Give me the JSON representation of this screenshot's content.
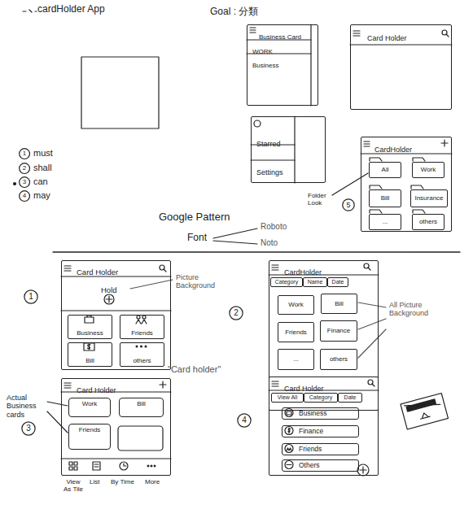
{
  "diagram": {
    "title": "cardHolder App",
    "nodes": [
      {
        "text": [
          "Business Card",
          "WORK",
          "Business"
        ]
      },
      {
        "text": [
          "Card Holder"
        ]
      },
      {
        "text": [
          "Starred",
          "Settings"
        ]
      },
      {
        "text": [
          "CardHolder"
        ]
      },
      {
        "text": [
          "All"
        ],
        "in": 3
      },
      {
        "text": [
          "Work"
        ],
        "in": 3
      },
      {
        "text": [
          "Bill"
        ],
        "in": 3
      },
      {
        "text": [
          "Insurance"
        ],
        "in": 3
      },
      {
        "text": [
          "..."
        ],
        "in": 3
      },
      {
        "text": [
          "others"
        ],
        "in": 3
      },
      {
        "text": [
          "5"
        ]
      },
      {
        "text": [
          "1"
        ]
      },
      {
        "text": [
          "2"
        ]
      },
      {
        "text": [
          "3"
        ]
      },
      {
        "text": [
          "4"
        ]
      },
      {
        "text": [
          "1"
        ]
      },
      {
        "text": [
          "Card Holder",
          "Hold"
        ]
      },
      {
        "text": [
          "Business"
        ],
        "in": 16
      },
      {
        "text": [
          "Friends"
        ],
        "in": 16
      },
      {
        "text": [
          "Bill"
        ],
        "in": 16
      },
      {
        "text": [
          "others"
        ],
        "in": 16
      },
      {
        "text": [
          "2"
        ]
      },
      {
        "text": [
          "CardHolder"
        ]
      },
      {
        "text": [
          "Category"
        ],
        "in": 22
      },
      {
        "text": [
          "Name"
        ],
        "in": 22
      },
      {
        "text": [
          "Date"
        ],
        "in": 22
      },
      {
        "text": [
          "Work"
        ],
        "in": 22
      },
      {
        "text": [
          "Bill"
        ],
        "in": 22
      },
      {
        "text": [
          "Friends"
        ],
        "in": 22
      },
      {
        "text": [
          "Finance"
        ],
        "in": 22
      },
      {
        "text": [
          "..."
        ],
        "in": 22
      },
      {
        "text": [
          "others"
        ],
        "in": 22
      },
      {
        "text": [
          "3"
        ]
      },
      {
        "text": [
          "Card Holder"
        ]
      },
      {
        "text": [
          "Work"
        ],
        "in": 33
      },
      {
        "text": [
          "Bill"
        ],
        "in": 33
      },
      {
        "text": [
          "Friends"
        ],
        "in": 33
      },
      {
        "text": [
          "4"
        ]
      },
      {
        "text": [
          "Card Holder"
        ]
      },
      {
        "text": [
          "View All"
        ],
        "in": 38
      },
      {
        "text": [
          "Category"
        ],
        "in": 38
      },
      {
        "text": [
          "Date"
        ],
        "in": 38
      },
      {
        "text": [
          "Business"
        ],
        "in": 38
      },
      {
        "text": [
          "Finance"
        ],
        "in": 38
      },
      {
        "text": [
          "Friends"
        ],
        "in": 38
      },
      {
        "text": [
          "Others"
        ],
        "in": 38
      }
    ],
    "labels": [
      "Goal : 分類",
      "must",
      "shall",
      "can",
      "may",
      "Google Pattern",
      "Font",
      "Roboto",
      "Noto",
      "Folder Look",
      "Picture Background",
      "All Picture Background",
      "\"Card holder\"",
      "Actual Business cards",
      "View As Tile",
      "List",
      "By Time",
      "More"
    ]
  }
}
